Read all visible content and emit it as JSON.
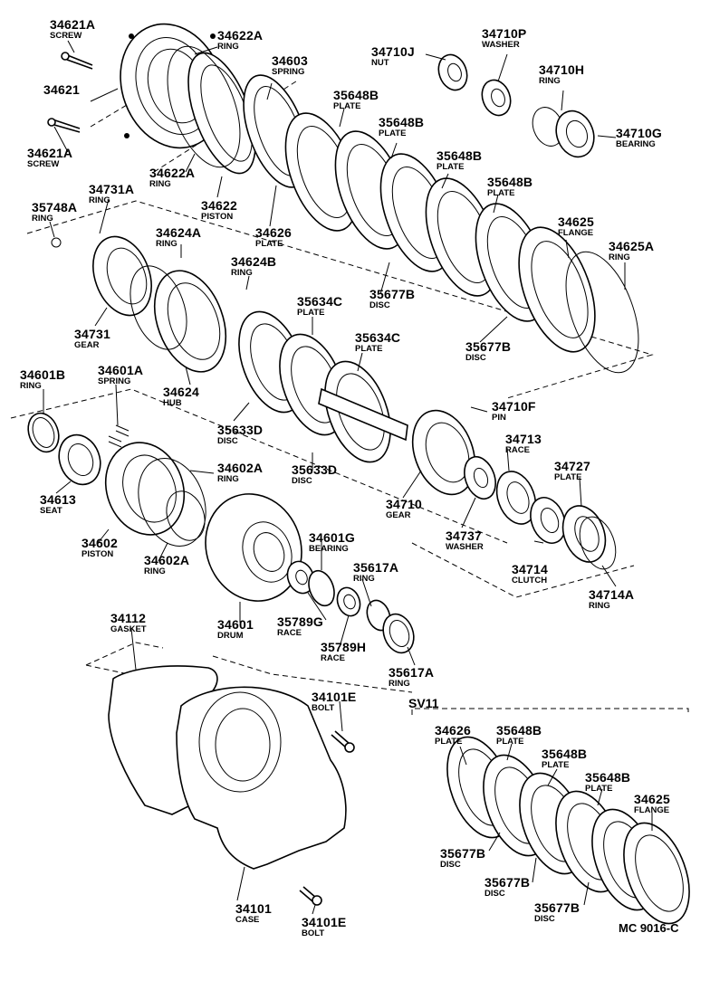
{
  "diagram": {
    "subassembly_title": "SV11",
    "drawing_code": "MC 9016-C",
    "parts": [
      {
        "id": "p1",
        "number": "34621A",
        "name": "SCREW"
      },
      {
        "id": "p2",
        "number": "34621",
        "name": ""
      },
      {
        "id": "p3",
        "number": "34621A",
        "name": "SCREW"
      },
      {
        "id": "p4",
        "number": "34622A",
        "name": "RING"
      },
      {
        "id": "p5",
        "number": "34603",
        "name": "SPRING"
      },
      {
        "id": "p6",
        "number": "34710J",
        "name": "NUT"
      },
      {
        "id": "p7",
        "number": "34710P",
        "name": "WASHER"
      },
      {
        "id": "p8",
        "number": "34710H",
        "name": "RING"
      },
      {
        "id": "p9",
        "number": "34710G",
        "name": "BEARING"
      },
      {
        "id": "p10",
        "number": "35648B",
        "name": "PLATE"
      },
      {
        "id": "p11",
        "number": "35648B",
        "name": "PLATE"
      },
      {
        "id": "p12",
        "number": "35648B",
        "name": "PLATE"
      },
      {
        "id": "p13",
        "number": "35648B",
        "name": "PLATE"
      },
      {
        "id": "p14",
        "number": "34622A",
        "name": "RING"
      },
      {
        "id": "p15",
        "number": "34622",
        "name": "PISTON"
      },
      {
        "id": "p16",
        "number": "34626",
        "name": "PLATE"
      },
      {
        "id": "p17",
        "number": "34731A",
        "name": "RING"
      },
      {
        "id": "p18",
        "number": "35748A",
        "name": "RING"
      },
      {
        "id": "p19",
        "number": "34624A",
        "name": "RING"
      },
      {
        "id": "p20",
        "number": "34625",
        "name": "FLANGE"
      },
      {
        "id": "p21",
        "number": "34625A",
        "name": "RING"
      },
      {
        "id": "p22",
        "number": "34624B",
        "name": "RING"
      },
      {
        "id": "p23",
        "number": "35677B",
        "name": "DISC"
      },
      {
        "id": "p24",
        "number": "35634C",
        "name": "PLATE"
      },
      {
        "id": "p25",
        "number": "34731",
        "name": "GEAR"
      },
      {
        "id": "p26",
        "number": "35677B",
        "name": "DISC"
      },
      {
        "id": "p27",
        "number": "35634C",
        "name": "PLATE"
      },
      {
        "id": "p28",
        "number": "34601B",
        "name": "RING"
      },
      {
        "id": "p29",
        "number": "34601A",
        "name": "SPRING"
      },
      {
        "id": "p30",
        "number": "34624",
        "name": "HUB"
      },
      {
        "id": "p31",
        "number": "34710F",
        "name": "PIN"
      },
      {
        "id": "p32",
        "number": "35633D",
        "name": "DISC"
      },
      {
        "id": "p33",
        "number": "34713",
        "name": "RACE"
      },
      {
        "id": "p34",
        "number": "34727",
        "name": "PLATE"
      },
      {
        "id": "p35",
        "number": "34602A",
        "name": "RING"
      },
      {
        "id": "p36",
        "number": "35633D",
        "name": "DISC"
      },
      {
        "id": "p37",
        "number": "34613",
        "name": "SEAT"
      },
      {
        "id": "p38",
        "number": "34710",
        "name": "GEAR"
      },
      {
        "id": "p39",
        "number": "34602",
        "name": "PISTON"
      },
      {
        "id": "p40",
        "number": "34737",
        "name": "WASHER"
      },
      {
        "id": "p41",
        "number": "34601G",
        "name": "BEARING"
      },
      {
        "id": "p42",
        "number": "34602A",
        "name": "RING"
      },
      {
        "id": "p43",
        "number": "35617A",
        "name": "RING"
      },
      {
        "id": "p44",
        "number": "34714",
        "name": "CLUTCH"
      },
      {
        "id": "p45",
        "number": "34714A",
        "name": "RING"
      },
      {
        "id": "p46",
        "number": "34112",
        "name": "GASKET"
      },
      {
        "id": "p47",
        "number": "34601",
        "name": "DRUM"
      },
      {
        "id": "p48",
        "number": "35789G",
        "name": "RACE"
      },
      {
        "id": "p49",
        "number": "35789H",
        "name": "RACE"
      },
      {
        "id": "p50",
        "number": "35617A",
        "name": "RING"
      },
      {
        "id": "p51",
        "number": "34101E",
        "name": "BOLT"
      },
      {
        "id": "p52",
        "number": "34101",
        "name": "CASE"
      },
      {
        "id": "p53",
        "number": "34101E",
        "name": "BOLT"
      }
    ],
    "sv11_parts": [
      {
        "id": "s1",
        "number": "34626",
        "name": "PLATE"
      },
      {
        "id": "s2",
        "number": "35648B",
        "name": "PLATE"
      },
      {
        "id": "s3",
        "number": "35648B",
        "name": "PLATE"
      },
      {
        "id": "s4",
        "number": "35648B",
        "name": "PLATE"
      },
      {
        "id": "s5",
        "number": "34625",
        "name": "FLANGE"
      },
      {
        "id": "s6",
        "number": "35677B",
        "name": "DISC"
      },
      {
        "id": "s7",
        "number": "35677B",
        "name": "DISC"
      },
      {
        "id": "s8",
        "number": "35677B",
        "name": "DISC"
      }
    ]
  }
}
